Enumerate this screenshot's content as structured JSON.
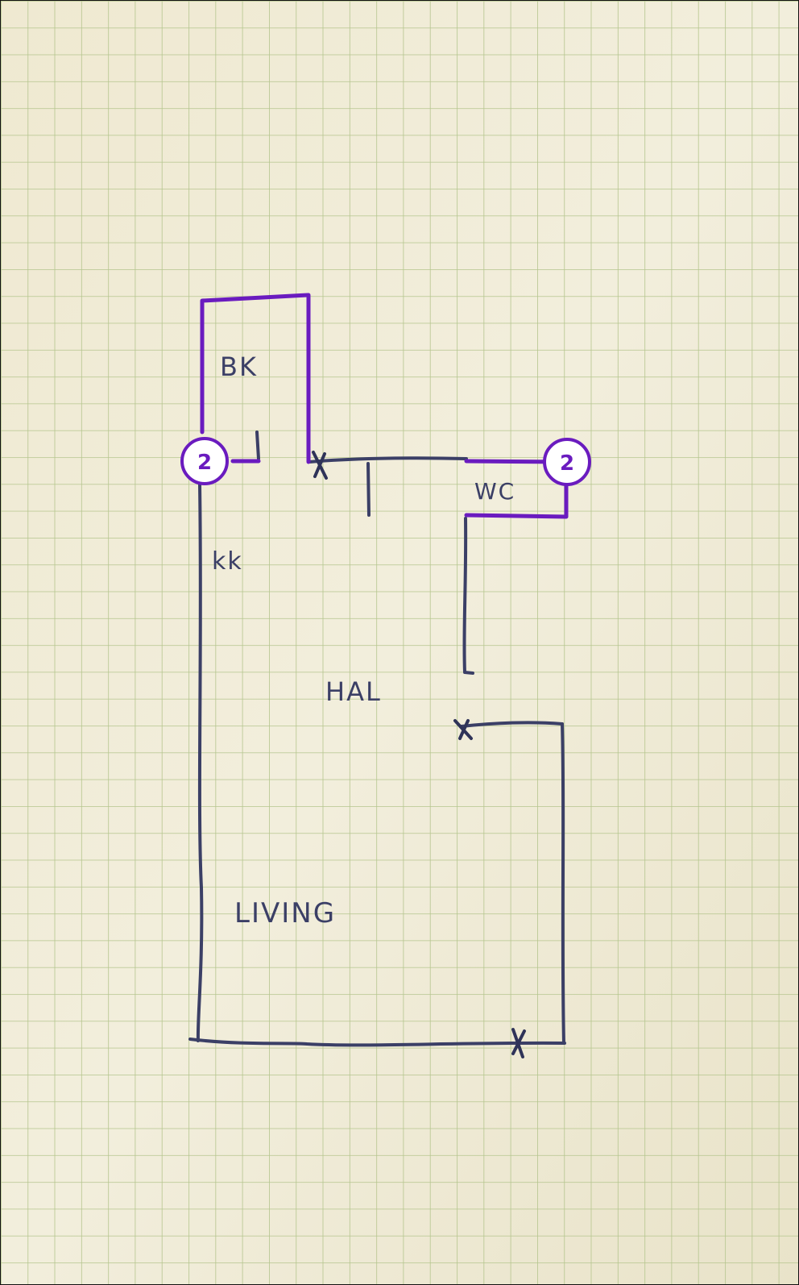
{
  "rooms": {
    "bk": "BK",
    "kk": "kk",
    "hal": "HAL",
    "wc": "WC",
    "living": "LIVING"
  },
  "markers": {
    "left": "2",
    "right": "2"
  },
  "colors": {
    "paper": "#f0ecd9",
    "grid": "#b5c58e",
    "ink": "#3b3f66",
    "highlight": "#6a1bbf"
  }
}
